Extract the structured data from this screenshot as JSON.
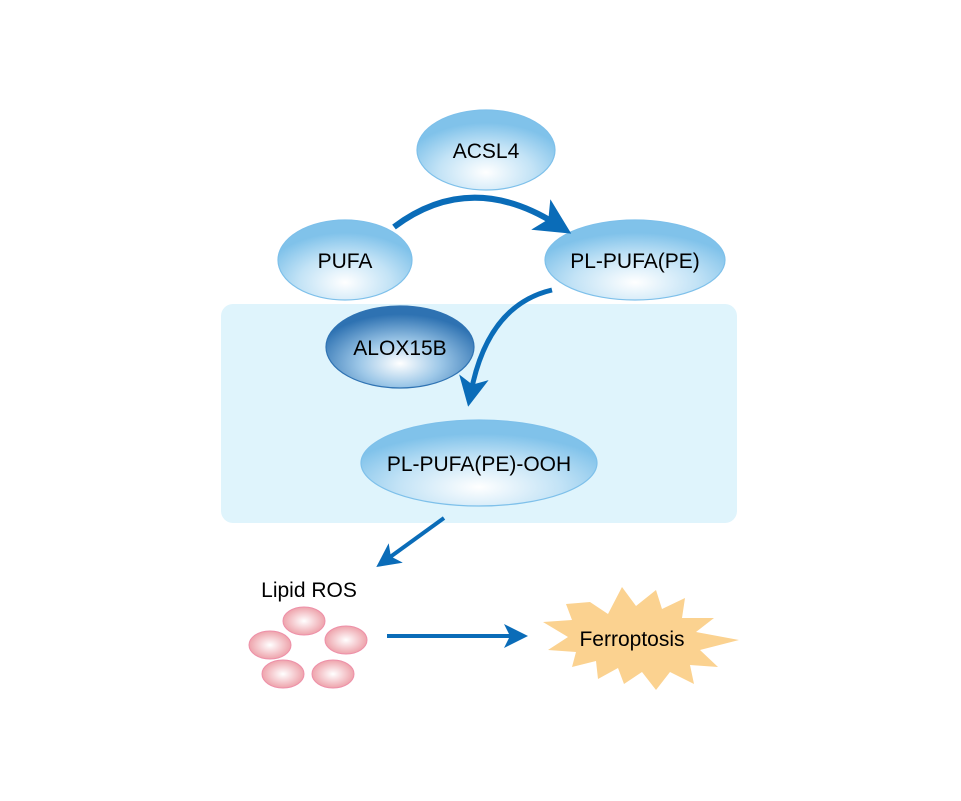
{
  "diagram": {
    "title": "Ferroptosis lipid peroxidation pathway",
    "nodes": {
      "acsl4": "ACSL4",
      "pufa": "PUFA",
      "pl_pufa_pe": "PL-PUFA(PE)",
      "alox15b": "ALOX15B",
      "pl_pufa_pe_ooh": "PL-PUFA(PE)-OOH",
      "lipid_ros": "Lipid ROS",
      "ferroptosis": "Ferroptosis"
    },
    "edges": [
      {
        "from": "PUFA",
        "to": "PL-PUFA(PE)",
        "catalyst": "ACSL4"
      },
      {
        "from": "PL-PUFA(PE)",
        "to": "PL-PUFA(PE)-OOH",
        "catalyst": "ALOX15B"
      },
      {
        "from": "PL-PUFA(PE)-OOH",
        "to": "Lipid ROS"
      },
      {
        "from": "Lipid ROS",
        "to": "Ferroptosis"
      }
    ],
    "colors": {
      "arrow": "#0a6cb8",
      "node_light_edge": "#7ec0ea",
      "node_dark_edge": "#2f73b3",
      "panel": "#dff4fc",
      "ros": "#ef9aa6",
      "burst": "#fbd290"
    }
  }
}
